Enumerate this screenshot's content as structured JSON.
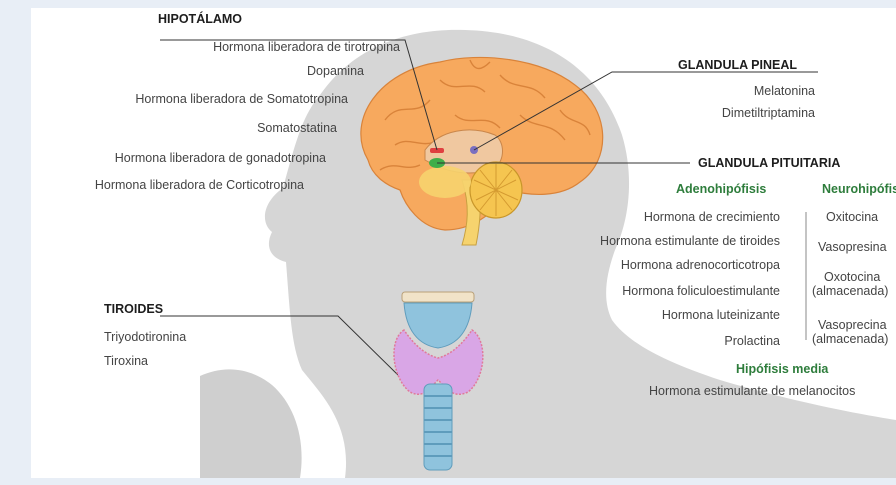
{
  "hipotalamo": {
    "title": "HIPOTÁLAMO",
    "items": [
      "Hormona liberadora de tirotropina",
      "Dopamina",
      "Hormona liberadora de Somatotropina",
      "Somatostatina",
      "Hormona liberadora de gonadotropina",
      "Hormona liberadora de Corticotropina"
    ]
  },
  "pineal": {
    "title": "GLANDULA PINEAL",
    "items": [
      "Melatonina",
      "Dimetiltriptamina"
    ]
  },
  "pituitaria": {
    "title": "GLANDULA PITUITARIA",
    "adeno": {
      "title": "Adenohipófisis",
      "items": [
        "Hormona de crecimiento",
        "Hormona estimulante de tiroides",
        "Hormona adrenocorticotropa",
        "Hormona foliculoestimulante",
        "Hormona luteinizante",
        "Prolactina"
      ]
    },
    "neuro": {
      "title": "Neurohipófisis",
      "items": [
        "Oxitocina",
        "Vasopresina",
        "Oxotocina",
        "(almacenada)",
        "Vasoprecina",
        "(almacenada)"
      ]
    },
    "media": {
      "title": "Hipófisis media",
      "items": [
        "Hormona estimulante de melanocitos"
      ]
    }
  },
  "tiroides": {
    "title": "TIROIDES",
    "items": [
      "Triyodotironina",
      "Tiroxina"
    ]
  },
  "colors": {
    "silhouette": "#d6d6d6",
    "brain": "#f7a95e",
    "cerebellum": "#f5c550",
    "thyroid": "#d9a6e6",
    "heading_green": "#2e7d3c",
    "text": "#444444"
  }
}
